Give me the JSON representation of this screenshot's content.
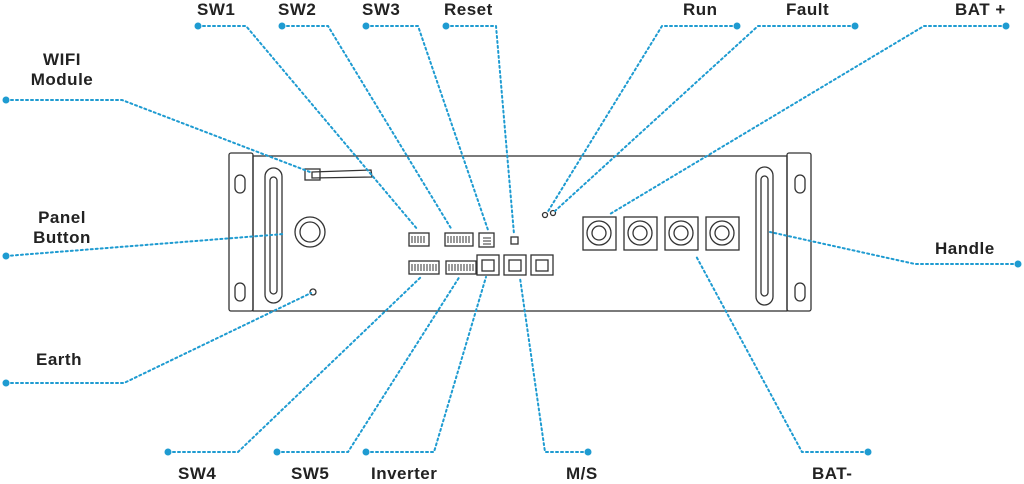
{
  "colors": {
    "leader": "#1e9bd1",
    "outline": "#333333",
    "text": "#222222"
  },
  "labels": {
    "sw1": "SW1",
    "sw2": "SW2",
    "sw3": "SW3",
    "reset": "Reset",
    "run": "Run",
    "fault": "Fault",
    "bat_plus": "BAT +",
    "wifi_line1": "WIFI",
    "wifi_line2": "Module",
    "panel_line1": "Panel",
    "panel_line2": "Button",
    "handle": "Handle",
    "earth": "Earth",
    "sw4": "SW4",
    "sw5": "SW5",
    "inverter": "Inverter",
    "ms": "M/S",
    "bat_minus": "BAT-"
  }
}
